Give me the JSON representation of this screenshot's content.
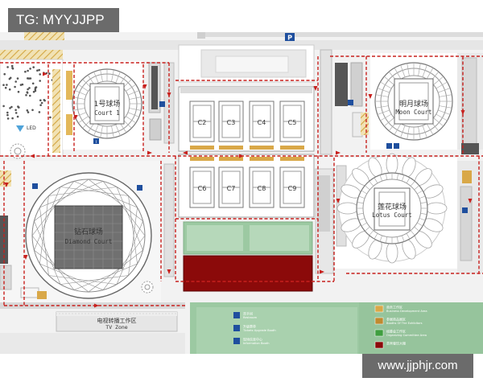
{
  "watermark_top": "TG: MYYJJPP",
  "watermark_bottom": "www.jjphjr.com",
  "map": {
    "led_label": "LED",
    "parking_icon": "parking-icon",
    "info_icon": "info-icon",
    "restroom_icon": "restroom-icon",
    "courts": {
      "court1_cn": "1号球场",
      "court1_en": "Court 1",
      "moon_cn": "明月球场",
      "moon_en": "Moon Court",
      "lotus_cn": "莲花球场",
      "lotus_en": "Lotus Court",
      "diamond_cn": "钻石球场",
      "diamond_en": "Diamond Court",
      "c2": "C2",
      "c3": "C3",
      "c4": "C4",
      "c5": "C5",
      "c6": "C6",
      "c7": "C7",
      "c8": "C8",
      "c9": "C9"
    },
    "tv_zone_cn": "电视转播工作区",
    "tv_zone_en": "TV Zone",
    "legend_left": [
      {
        "cn": "洗手间",
        "en": "Restroom",
        "icon": "restroom-icon"
      },
      {
        "cn": "升级票亭",
        "en": "Tickets Upgrade Booth",
        "icon": "ticket-icon"
      },
      {
        "cn": "现场信息中心",
        "en": "Information Booth",
        "icon": "info-icon"
      }
    ],
    "legend_right": [
      {
        "cn": "商务工作区",
        "en": "Business Development Area",
        "color": "#d9a848"
      },
      {
        "cn": "参展商品展区",
        "en": "Booths Of The Exhibitors",
        "color": "#c08a30"
      },
      {
        "cn": "组委会工作区",
        "en": "Organizing Committee Area",
        "color": "#3f9e3f"
      },
      {
        "cn": "贵宾餐饮大棚",
        "en": "",
        "color": "#8b0a0a"
      }
    ]
  },
  "colors": {
    "route": "#c8201d",
    "grass": "#9cc9a2",
    "orange": "#d9a848",
    "darkred": "#8b0a0a",
    "green": "#3f9e3f",
    "navy": "#1f4f9e"
  }
}
